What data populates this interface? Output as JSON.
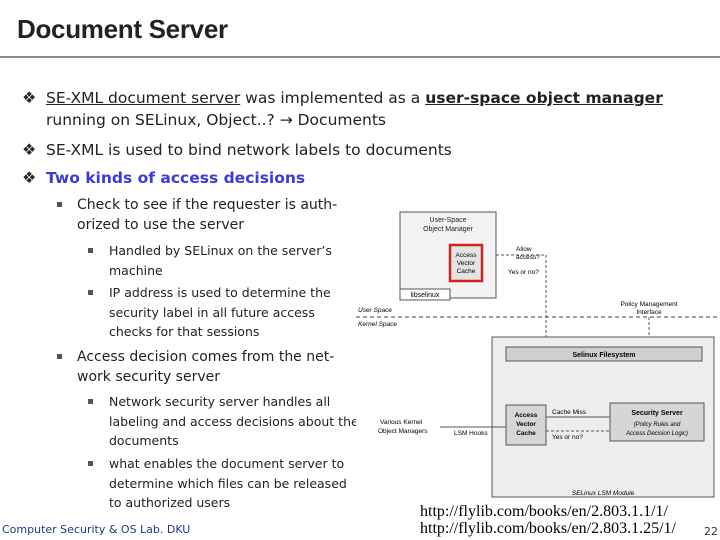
{
  "slide": {
    "title": "Document Server",
    "bullets": [
      {
        "parts": [
          "SE-XML document server",
          " was implemented as a ",
          "user-space object manager",
          " running on SELinux, Object..? → Documents"
        ]
      },
      {
        "text": "SE-XML is used to bind network labels to documents"
      },
      {
        "text": "Two kinds of access decisions"
      }
    ],
    "sub1": {
      "text": "Check to see if the requester is auth-orized to use the server",
      "items": [
        "Handled by SELinux on the server’s machine",
        "IP address is used to determine the security label in all future access checks for that sessions"
      ]
    },
    "sub2": {
      "text": "Access decision comes from the net-work security server",
      "items": [
        "Network security server handles all labeling and access decisions about the documents",
        "what enables the document server to determine which files can be released to authorized users"
      ]
    },
    "footer": "Computer Security & OS Lab. DKU",
    "url1": "http://flylib.com/books/en/2.803.1.1/1/",
    "url2": "http://flylib.com/books/en/2.803.1.25/1/",
    "page": "22",
    "colors": {
      "accent_blue": "#3b3bd6",
      "highlight_red": "#d42020"
    }
  },
  "figure": {
    "user_space_om": [
      "User-Space",
      "Object Manager"
    ],
    "avc": [
      "Access",
      "Vector",
      "Cache"
    ],
    "allow": [
      "Allow",
      "access?"
    ],
    "yes_no": "Yes or no?",
    "libselinux": "libselinux",
    "user_space": "User Space",
    "kernel_space": "Kernel Space",
    "policy_if": [
      "Policy Management",
      "Interface"
    ],
    "selinux_fs": "Selinux Filesystem",
    "various": [
      "Various Kernel",
      "Object Managers"
    ],
    "lsm_hooks": "LSM Hooks",
    "kavc": [
      "Access",
      "Vector",
      "Cache"
    ],
    "cache_miss": "Cache Miss",
    "yes_no2": "Yes or no?",
    "security_server": "Security Server",
    "policy_rules": [
      "(Policy Rules and",
      "Access Decision Logic)"
    ],
    "lsm_module": "SELinux LSM Module"
  }
}
